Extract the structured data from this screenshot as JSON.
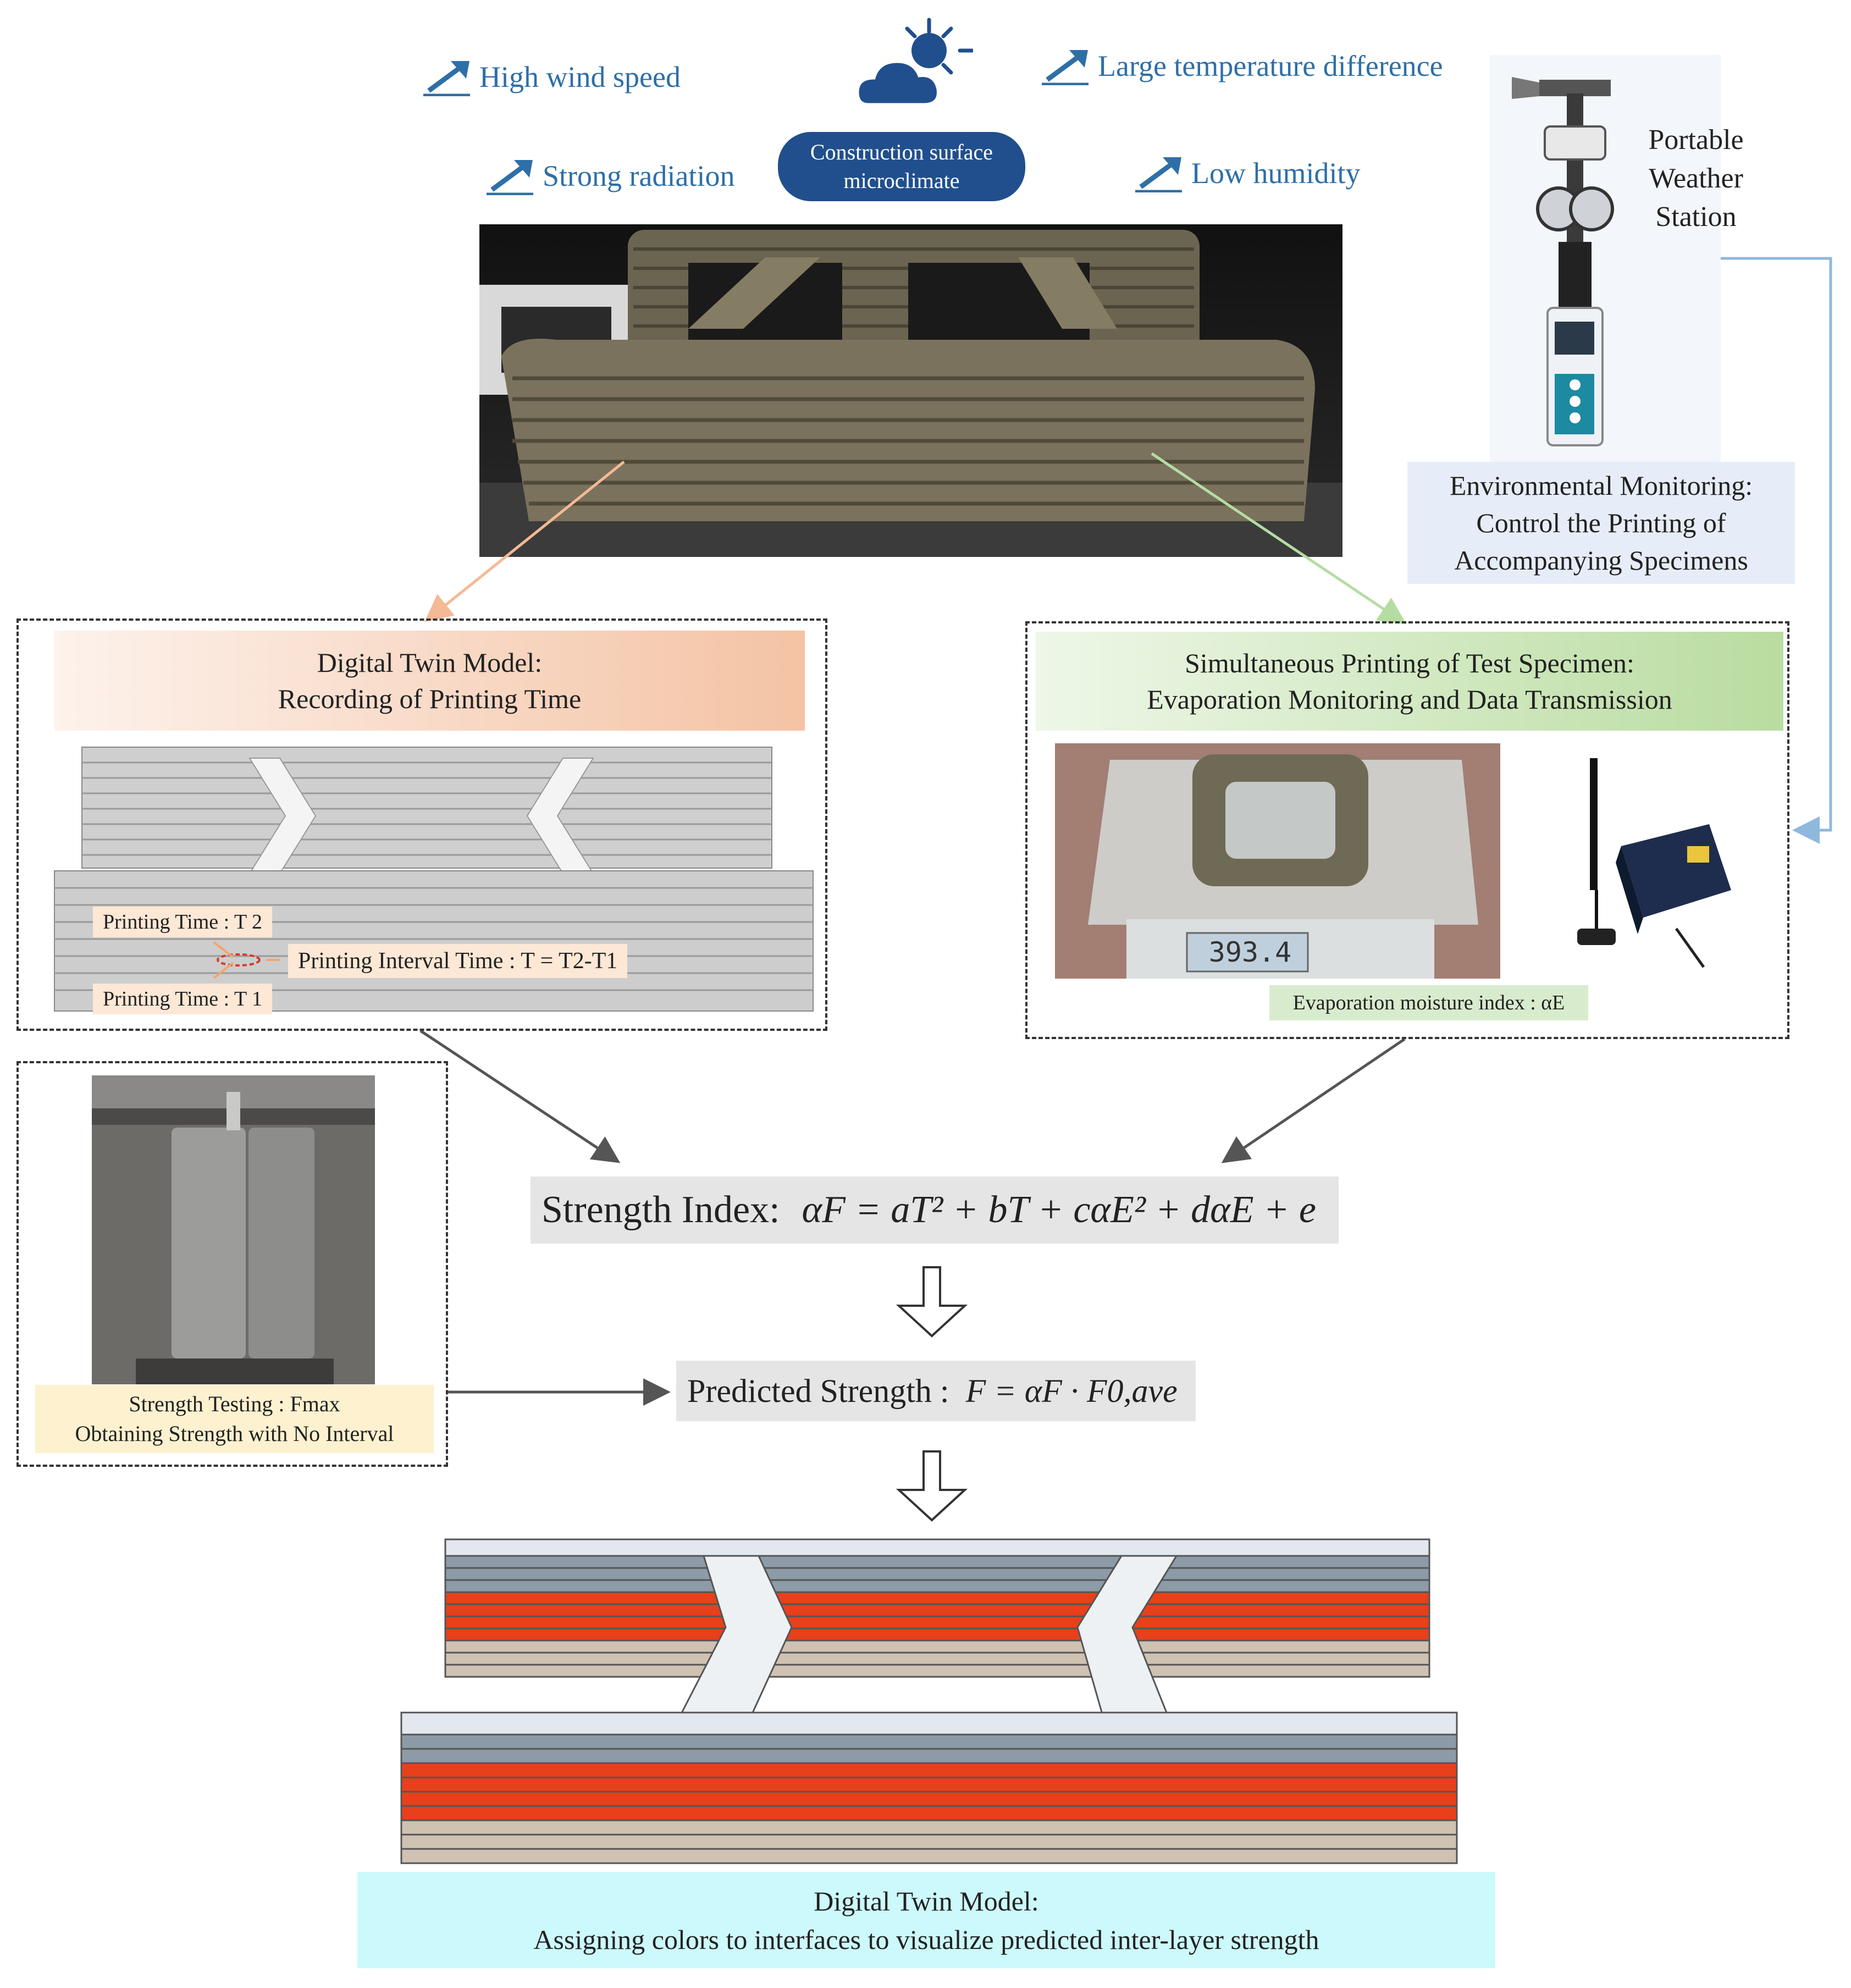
{
  "factors": {
    "wind": "High wind speed",
    "radiation": "Strong radiation",
    "temperature": "Large temperature difference",
    "humidity": "Low humidity"
  },
  "microclimate": {
    "line1": "Construction surface",
    "line2": "microclimate"
  },
  "weather_station": {
    "line1": "Portable",
    "line2": "Weather",
    "line3": "Station"
  },
  "environment": {
    "line1": "Environmental Monitoring:",
    "line2": "Control the Printing of",
    "line3": "Accompanying Specimens"
  },
  "digital_twin_time": {
    "line1": "Digital Twin Model:",
    "line2": "Recording of Printing Time"
  },
  "printing_labels": {
    "t2": "Printing Time : T 2",
    "t1": "Printing Time : T 1",
    "interval": "Printing Interval Time : T = T2-T1"
  },
  "specimen": {
    "line1": "Simultaneous Printing of Test Specimen:",
    "line2": "Evaporation Monitoring and Data Transmission",
    "scale_reading": "393.4",
    "evap_label": "Evaporation moisture index : αE"
  },
  "strength_test": {
    "line1": "Strength Testing : Fmax",
    "line2": "Obtaining Strength with No Interval"
  },
  "formulas": {
    "strength_index_label": "Strength Index:",
    "strength_index_eq": "αF = aT² + bT + cαE² + dαE + e",
    "predicted_label": "Predicted Strength :",
    "predicted_eq": "F = αF · F0,ave"
  },
  "final_model": {
    "line1": "Digital Twin Model:",
    "line2": "Assigning colors to interfaces to visualize predicted inter-layer strength"
  },
  "colors": {
    "factor_blue": "#2e6fa8",
    "pill_blue": "#214f8d",
    "strength_low": "#e8401a",
    "strength_mid": "#8d9aa8",
    "strength_high": "#cfc2b2"
  }
}
